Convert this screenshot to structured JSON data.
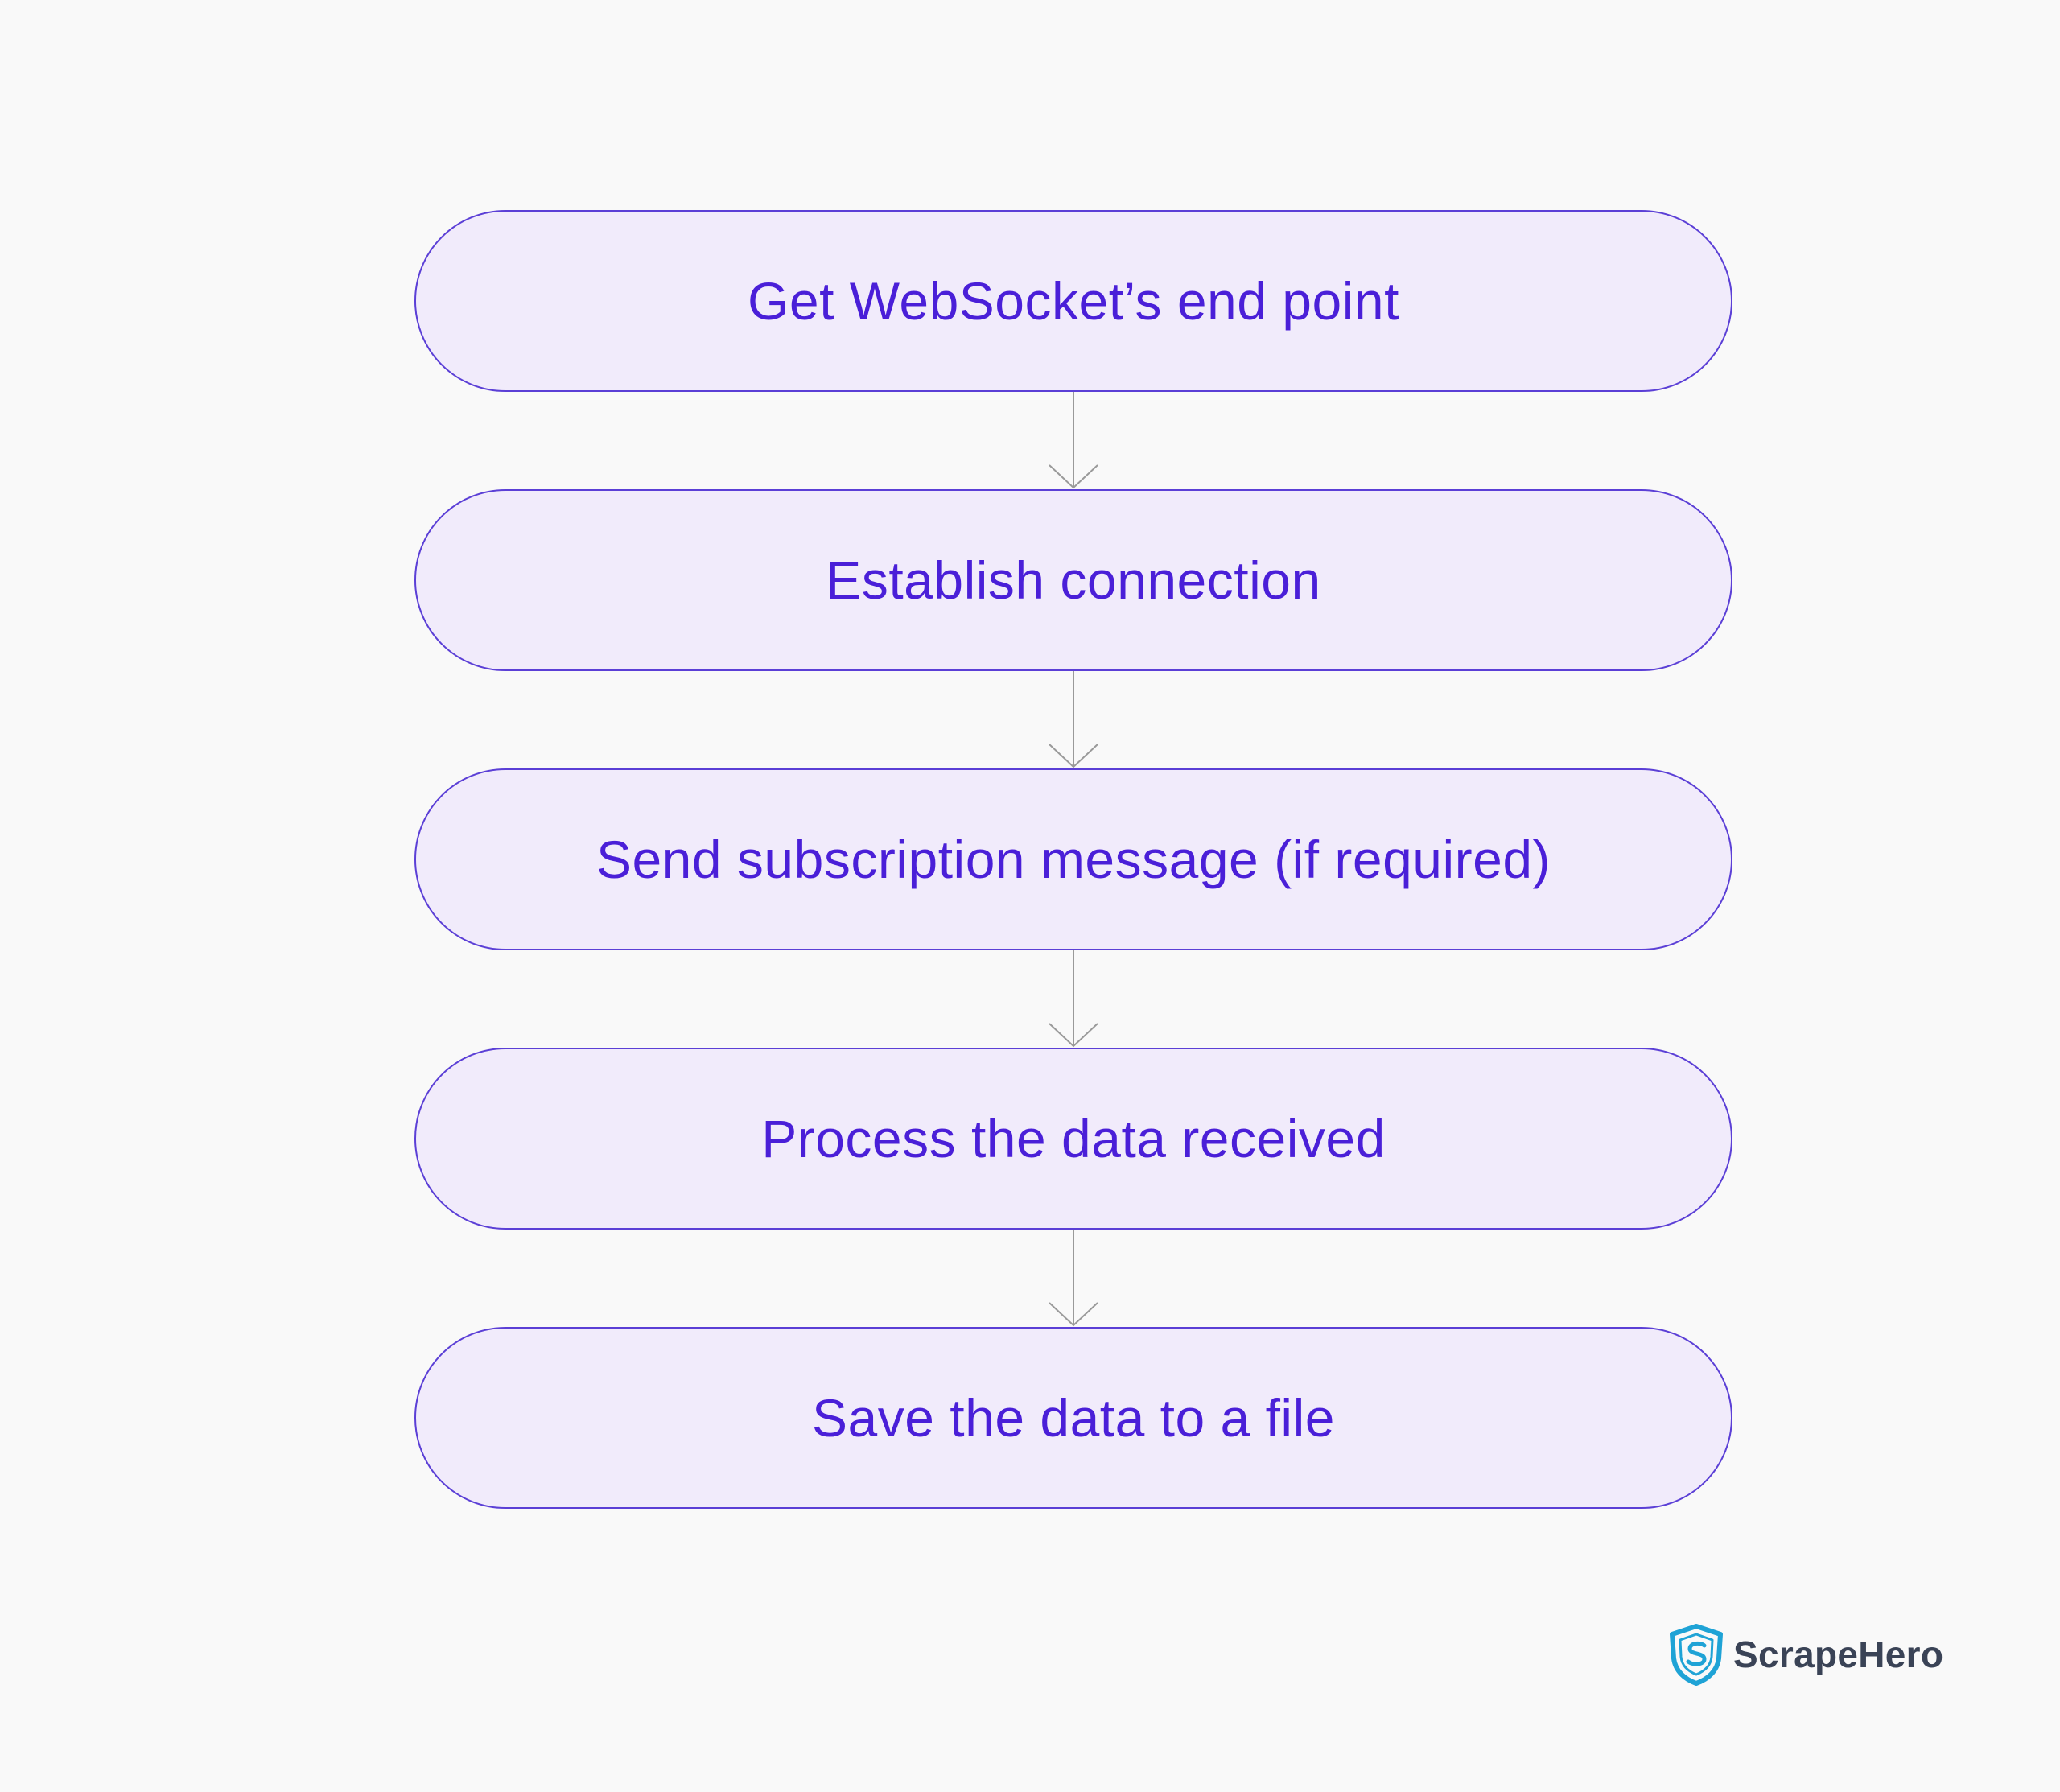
{
  "diagram": {
    "steps": [
      {
        "label": "Get WebSocket’s end point"
      },
      {
        "label": "Establish connection"
      },
      {
        "label": "Send subscription message (if required)"
      },
      {
        "label": "Process the data received"
      },
      {
        "label": "Save the data to a file"
      }
    ],
    "colors": {
      "node_fill": "#f1ebfb",
      "node_border": "#5b3fd6",
      "node_text": "#4a1fd8",
      "arrow": "#9a9a9a",
      "background": "#f9f9f9"
    }
  },
  "branding": {
    "logo_text": "ScrapeHero",
    "logo_icon": "shield-icon",
    "logo_color": "#1fa3d6"
  }
}
